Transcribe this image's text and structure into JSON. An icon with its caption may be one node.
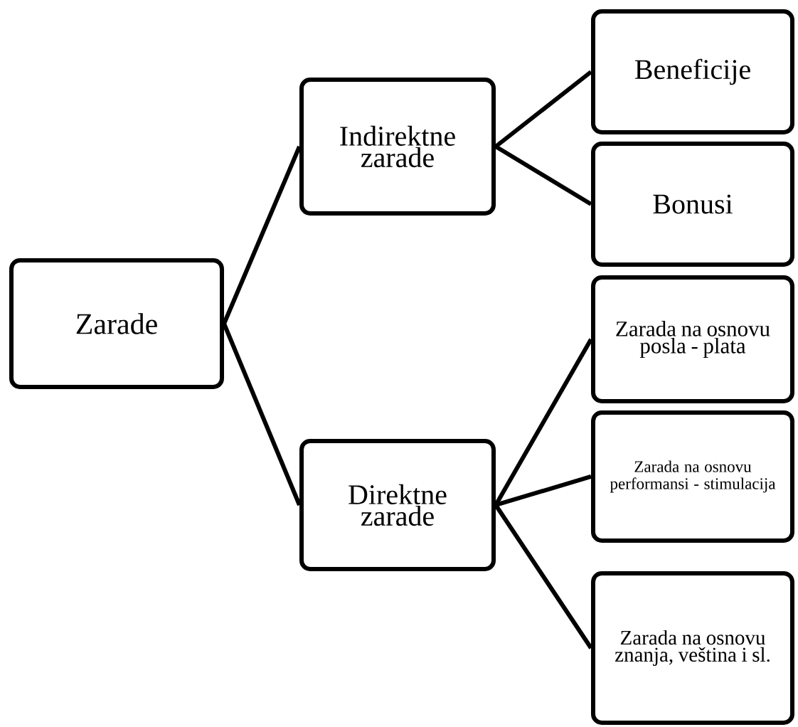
{
  "diagram": {
    "nodes": [
      {
        "text": [
          "Zarade"
        ]
      },
      {
        "text": [
          "Indirektne zarade"
        ]
      },
      {
        "text": [
          "Beneficije"
        ]
      },
      {
        "text": [
          "Bonusi"
        ]
      },
      {
        "text": [
          "Direktne zarade"
        ]
      },
      {
        "text": [
          "Zarada na osnovu posla - plata"
        ]
      },
      {
        "text": [
          "Zarada na osnovu performansi - stimulacija"
        ]
      },
      {
        "text": [
          "Zarada na osnovu znanja, veština i sl."
        ]
      }
    ],
    "edges": [
      {
        "from": 0,
        "to": 1,
        "arrow": "none"
      },
      {
        "from": 0,
        "to": 4,
        "arrow": "none"
      },
      {
        "from": 1,
        "to": 2,
        "arrow": "none"
      },
      {
        "from": 1,
        "to": 3,
        "arrow": "none"
      },
      {
        "from": 4,
        "to": 5,
        "arrow": "none"
      },
      {
        "from": 4,
        "to": 6,
        "arrow": "none"
      },
      {
        "from": 4,
        "to": 7,
        "arrow": "none"
      }
    ]
  }
}
